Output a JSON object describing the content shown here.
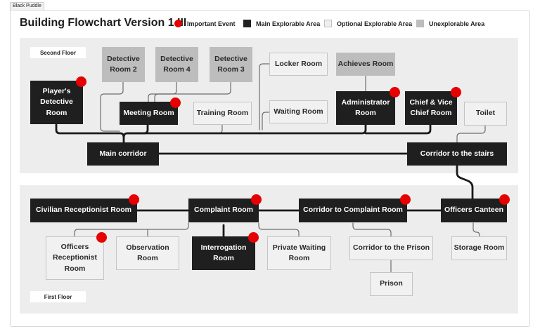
{
  "badge": "Black Puddle",
  "title": "Building Flowchart Version 1  III",
  "legend": {
    "important": "Important Event",
    "main": "Main Explorable Area",
    "optional": "Optional Explorable Area",
    "unexplorable": "Unexplorable Area"
  },
  "colors": {
    "important": "#e60000",
    "main": "#1f1f1f",
    "optional": "#f1f1f1",
    "unexplorable": "#bdbdbd",
    "floor": "#ededed"
  },
  "floors": {
    "second": "Second Floor",
    "first": "First Floor"
  },
  "rooms": {
    "players_room": "Player's Detective Room",
    "det2": "Detective Room 2",
    "det4": "Detective Room 4",
    "det3": "Detective Room 3",
    "meeting": "Meeting Room",
    "training": "Training Room",
    "locker": "Locker Room",
    "waiting": "Waiting Room",
    "achieves": "Achieves Room",
    "admin": "Administrator Room",
    "chief": "Chief & Vice Chief Room",
    "toilet": "Toilet",
    "main_corridor": "Main corridor",
    "corridor_stairs": "Corridor to the stairs",
    "civilian": "Civilian Receptionist Room",
    "complaint": "Complaint Room",
    "corr_complaint": "Corridor to Complaint Room",
    "canteen": "Officers Canteen",
    "officers_recep": "Officers Receptionist Room",
    "observation": "Observation Room",
    "interrogation": "Interrogation Room",
    "private_wait": "Private Waiting Room",
    "corr_prison": "Corridor to the Prison",
    "storage": "Storage Room",
    "prison": "Prison"
  }
}
